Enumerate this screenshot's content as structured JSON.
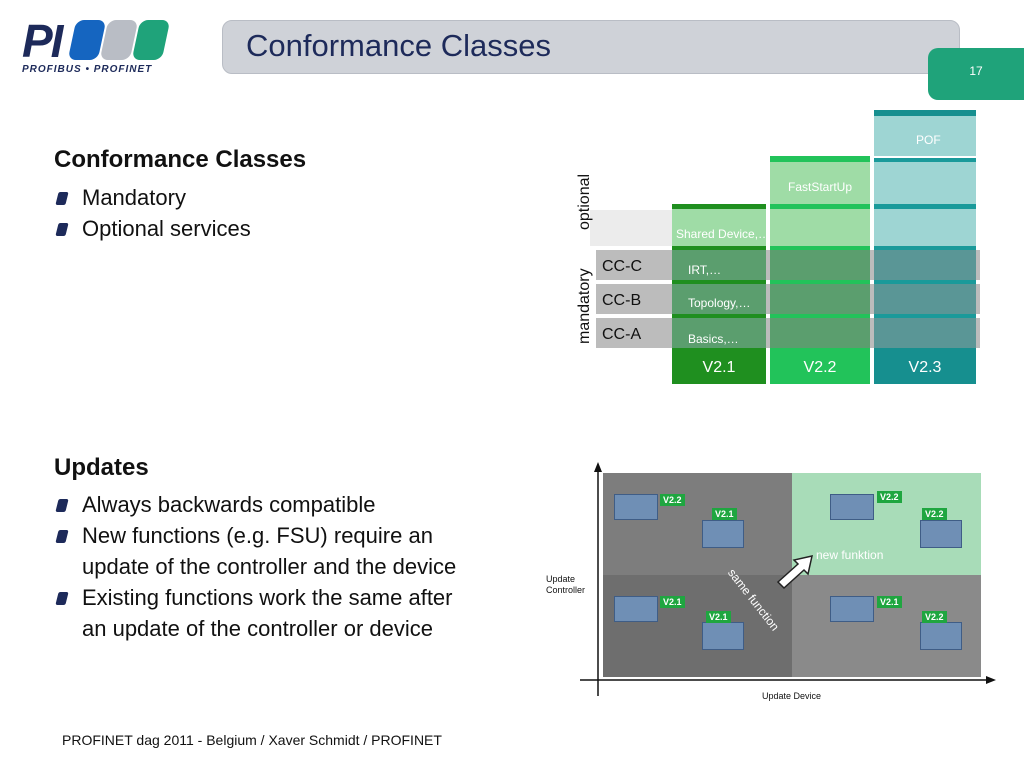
{
  "logo": {
    "mark": "PI",
    "subtitle": "PROFIBUS • PROFINET",
    "block_colors": [
      "#1565c0",
      "#b9bdc5",
      "#1fa37a"
    ]
  },
  "header": {
    "title": "Conformance Classes",
    "page_number": "17"
  },
  "left": {
    "section1": {
      "heading": "Conformance Classes",
      "bullets": [
        "Mandatory",
        "Optional services"
      ]
    },
    "section2": {
      "heading": "Updates",
      "bullets": [
        "Always backwards compatible",
        "New functions (e.g. FSU) require an",
        "update of the controller and the device",
        "Existing functions work the same after",
        "an update of the controller or device"
      ]
    }
  },
  "cc_diagram": {
    "group_labels": {
      "optional": "optional",
      "mandatory": "mandatory"
    },
    "rows": [
      "CC-C",
      "CC-B",
      "CC-A"
    ],
    "v21_items": {
      "shared": "Shared Device,…",
      "irt": "IRT,…",
      "topology": "Topology,…",
      "basics": "Basics,…"
    },
    "v22_item": "FastStartUp",
    "v23_item": "POF",
    "versions": [
      "V2.1",
      "V2.2",
      "V2.3"
    ],
    "colors": {
      "v21": "#1f8f1f",
      "v22": "#22c35a",
      "v23": "#168f8f",
      "stripe_teal": "#1a9a9a"
    }
  },
  "update_matrix": {
    "y_axis_label_line1": "Update",
    "y_axis_label_line2": "Controller",
    "x_axis_label": "Update Device",
    "new_function_label": "new funktion",
    "same_function_label": "same function",
    "cells": {
      "top_left": {
        "controller": "V2.2",
        "device": "V2.1"
      },
      "top_right": {
        "controller": "V2.2",
        "device": "V2.2"
      },
      "bottom_left": {
        "controller": "V2.1",
        "device": "V2.1"
      },
      "bottom_right": {
        "controller": "V2.1",
        "device": "V2.2"
      }
    }
  },
  "footer": "PROFINET dag 2011 - Belgium / Xaver Schmidt / PROFINET"
}
